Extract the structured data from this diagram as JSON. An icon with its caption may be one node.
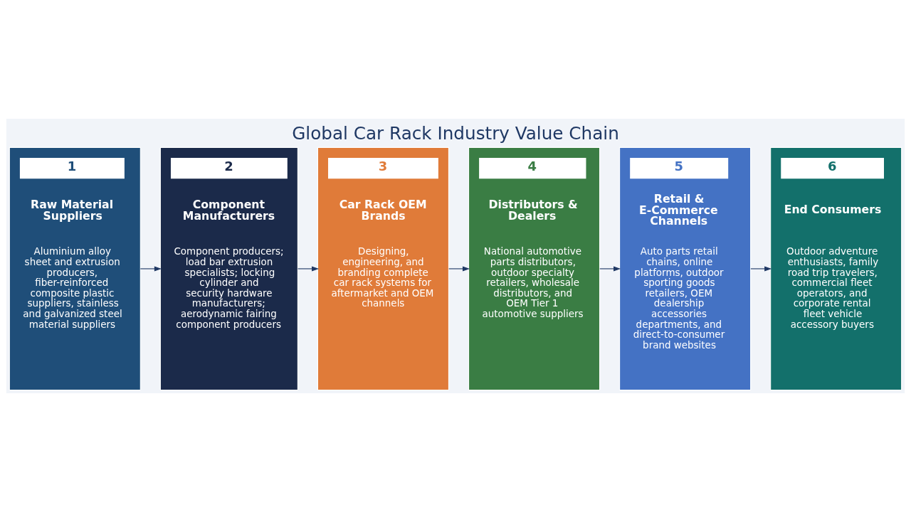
{
  "diagram": {
    "title": "Global Car Rack Industry Value Chain",
    "nodes": [
      {
        "text": [
          "1",
          "Raw Material Suppliers",
          "Aluminium alloy sheet and extrusion producers, fiber-reinforced composite plastic suppliers, stainless and galvanized steel material suppliers"
        ]
      },
      {
        "text": [
          "2",
          "Component Manufacturers",
          "Component producers; load bar extrusion specialists; locking cylinder and security hardware manufacturers; aerodynamic fairing component producers"
        ]
      },
      {
        "text": [
          "3",
          "Car Rack OEM Brands",
          "Designing, engineering, and branding complete car rack systems for aftermarket and OEM channels"
        ]
      },
      {
        "text": [
          "4",
          "Distributors & Dealers",
          "National automotive parts distributors, outdoor specialty retailers, wholesale distributors, and OEM Tier 1 automotive suppliers"
        ]
      },
      {
        "text": [
          "5",
          "Retail & E-Commerce Channels",
          "Auto parts retail chains, online platforms, outdoor sporting goods retailers, OEM dealership accessories departments, and direct-to-consumer brand websites"
        ]
      },
      {
        "text": [
          "6",
          "End Consumers",
          "Outdoor adventure enthusiasts, family road trip travelers, commercial fleet operators, and corporate rental fleet vehicle accessory buyers"
        ]
      }
    ],
    "edges": [
      {
        "from": 0,
        "to": 1,
        "arrow": "to"
      },
      {
        "from": 1,
        "to": 2,
        "arrow": "to"
      },
      {
        "from": 2,
        "to": 3,
        "arrow": "to"
      },
      {
        "from": 3,
        "to": 4,
        "arrow": "to"
      },
      {
        "from": 4,
        "to": 5,
        "arrow": "to"
      }
    ]
  }
}
